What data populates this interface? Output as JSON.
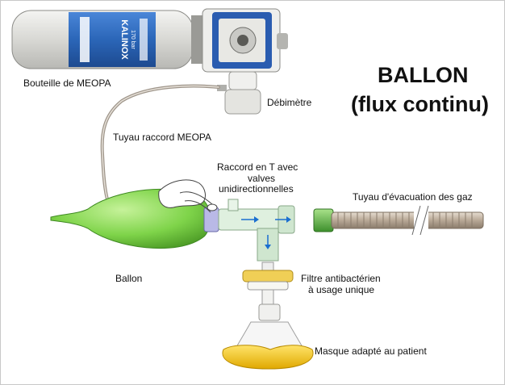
{
  "title": {
    "line1": "BALLON",
    "line2": "(flux continu)"
  },
  "labels": {
    "bottle": "Bouteille de MEOPA",
    "flowmeter": "Débimètre",
    "hose": "Tuyau raccord MEOPA",
    "tpiece_line1": "Raccord en T avec",
    "tpiece_line2": "valves",
    "tpiece_line3": "unidirectionnelles",
    "exhaust": "Tuyau d'évacuation des gaz",
    "balloon": "Ballon",
    "filter_line1": "Filtre antibactérien",
    "filter_line2": "à usage unique",
    "mask": "Masque adapté au patient"
  },
  "bottle_print": {
    "brand": "KALINOX",
    "pressure": "170 bar"
  },
  "colors": {
    "balloon": "#7fd44a",
    "bottle": "#e6e6e2",
    "bottle_label": "#2b66b8",
    "tpiece": "#dff0df",
    "hose": "#b8a896",
    "mask": "#f2c400",
    "filter_band": "#f0cf56"
  }
}
